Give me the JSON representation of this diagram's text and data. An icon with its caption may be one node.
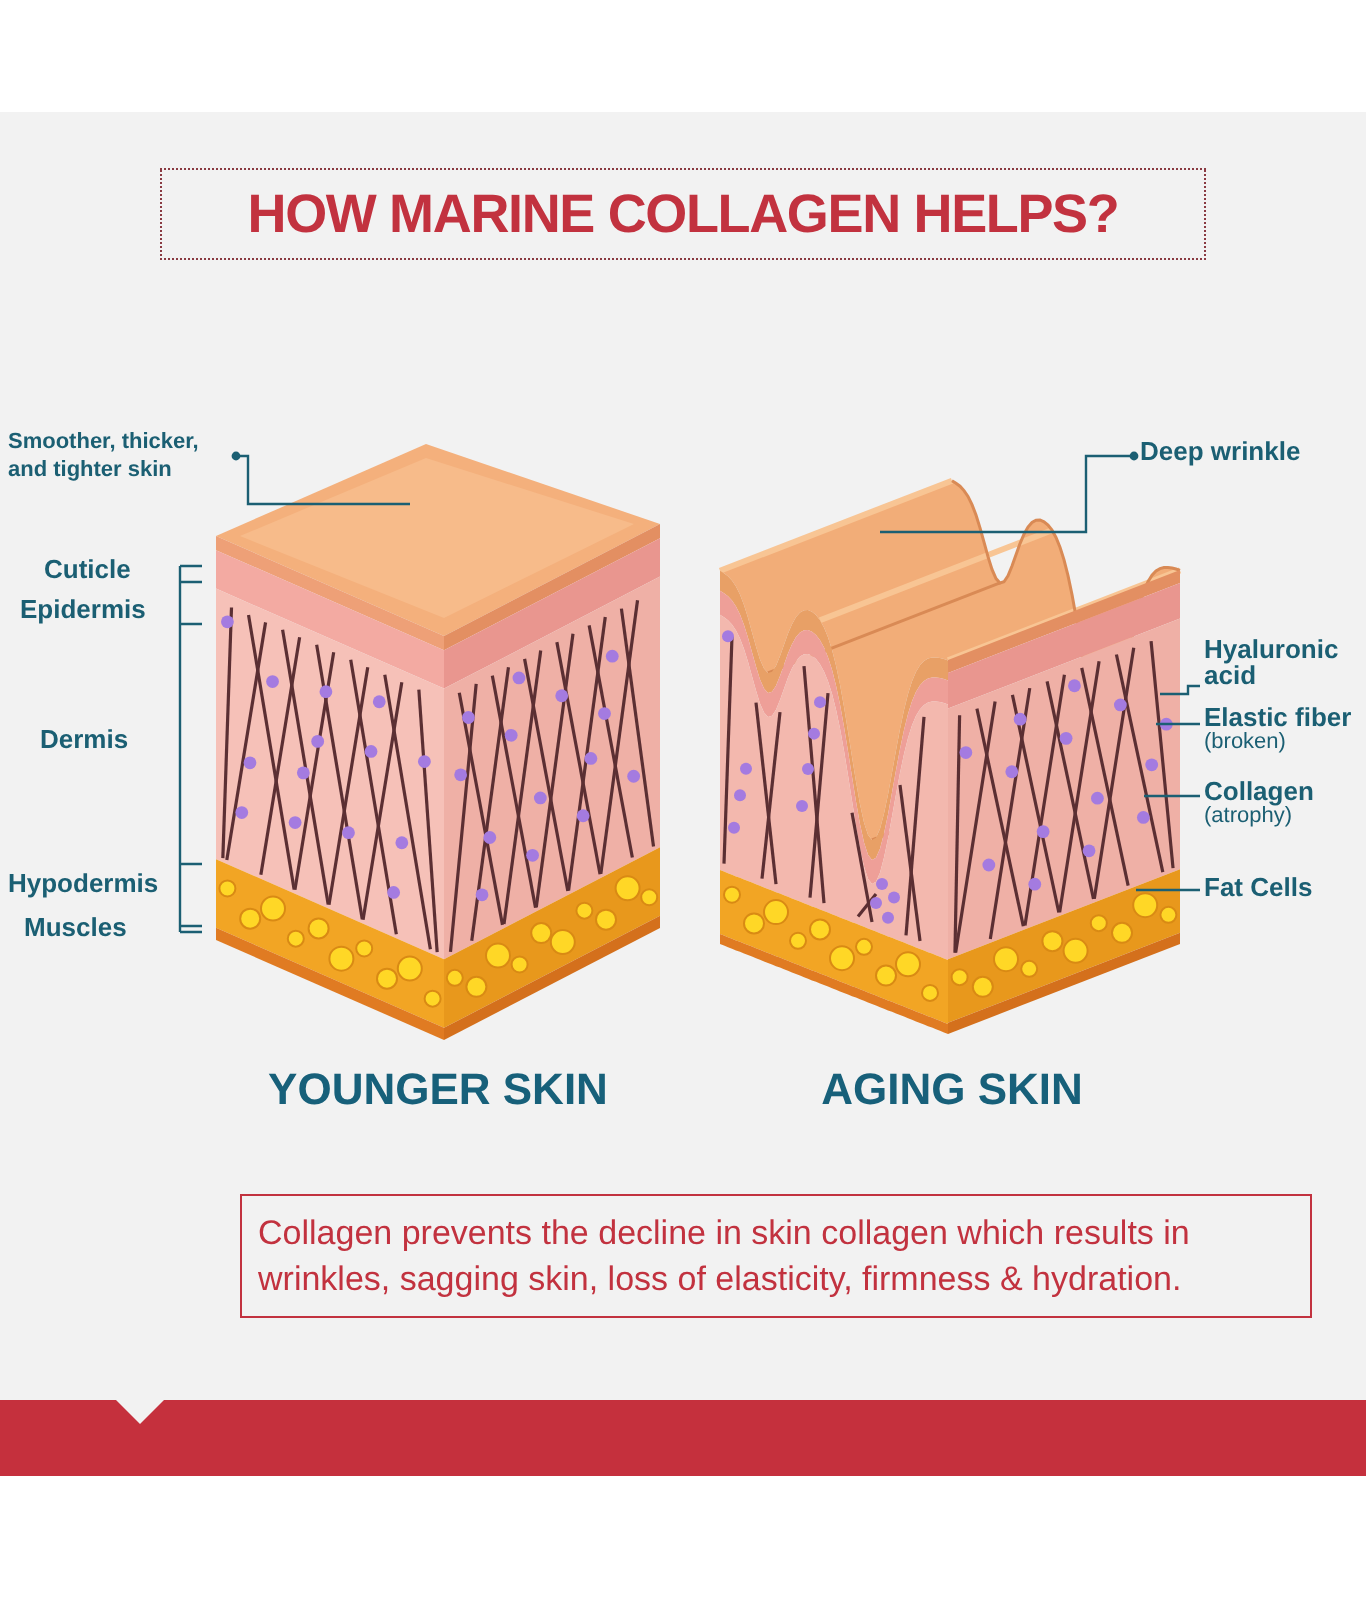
{
  "diagram": {
    "title": "HOW MARINE COLLAGEN HELPS?",
    "nodes": [
      {
        "text": [],
        "shape": "picture",
        "beside": [
          "YOUNGER SKIN"
        ]
      },
      {
        "text": [],
        "shape": "picture",
        "beside": [
          "AGING SKIN"
        ]
      },
      {
        "text": [
          "Smoother, thicker, and tighter skin"
        ]
      },
      {
        "text": [
          "Deep wrinkle"
        ]
      },
      {
        "text": [
          "Hyaluronic acid"
        ]
      },
      {
        "text": [
          "Elastic fiber",
          "(broken)"
        ]
      },
      {
        "text": [
          "Collagen",
          "(atrophy)"
        ]
      },
      {
        "text": [
          "Fat Cells"
        ]
      },
      {
        "text": [
          "Collagen prevents the decline in skin collagen which results in wrinkles, sagging skin, loss of elasticity, firmness & hydration."
        ]
      }
    ],
    "edges": [
      {
        "from": 2,
        "to": 0,
        "arrow": "other"
      },
      {
        "from": 3,
        "to": 1,
        "arrow": "other"
      },
      {
        "from": 4,
        "to": 1,
        "arrow": "none"
      },
      {
        "from": 5,
        "to": 1,
        "arrow": "none"
      },
      {
        "from": 6,
        "to": 1,
        "arrow": "none"
      },
      {
        "from": 7,
        "to": 1,
        "arrow": "none"
      }
    ],
    "labels": [
      "Cuticle",
      "Epidermis",
      "Dermis",
      "Hypodermis",
      "Muscles"
    ]
  }
}
